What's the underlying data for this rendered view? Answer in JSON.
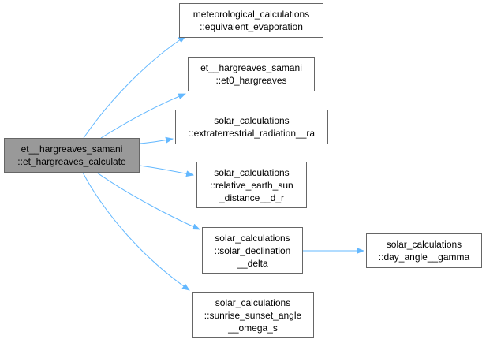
{
  "graph": {
    "colors": {
      "edge": "#63b8ff",
      "node_border": "#666666",
      "node_fill": "#ffffff",
      "root_fill": "#999999",
      "text": "#000000"
    },
    "root": {
      "line1": "et__hargreaves_samani",
      "line2": "::et_hargreaves_calculate"
    },
    "nodes": [
      {
        "lines": [
          "meteorological_calculations",
          "::equivalent_evaporation"
        ]
      },
      {
        "lines": [
          "et__hargreaves_samani",
          "::et0_hargreaves"
        ]
      },
      {
        "lines": [
          "solar_calculations",
          "::extraterrestrial_radiation__ra"
        ]
      },
      {
        "lines": [
          "solar_calculations",
          "::relative_earth_sun",
          "_distance__d_r"
        ]
      },
      {
        "lines": [
          "solar_calculations",
          "::solar_declination",
          "__delta"
        ]
      },
      {
        "lines": [
          "solar_calculations",
          "::day_angle__gamma"
        ]
      },
      {
        "lines": [
          "solar_calculations",
          "::sunrise_sunset_angle",
          "__omega_s"
        ]
      }
    ]
  }
}
